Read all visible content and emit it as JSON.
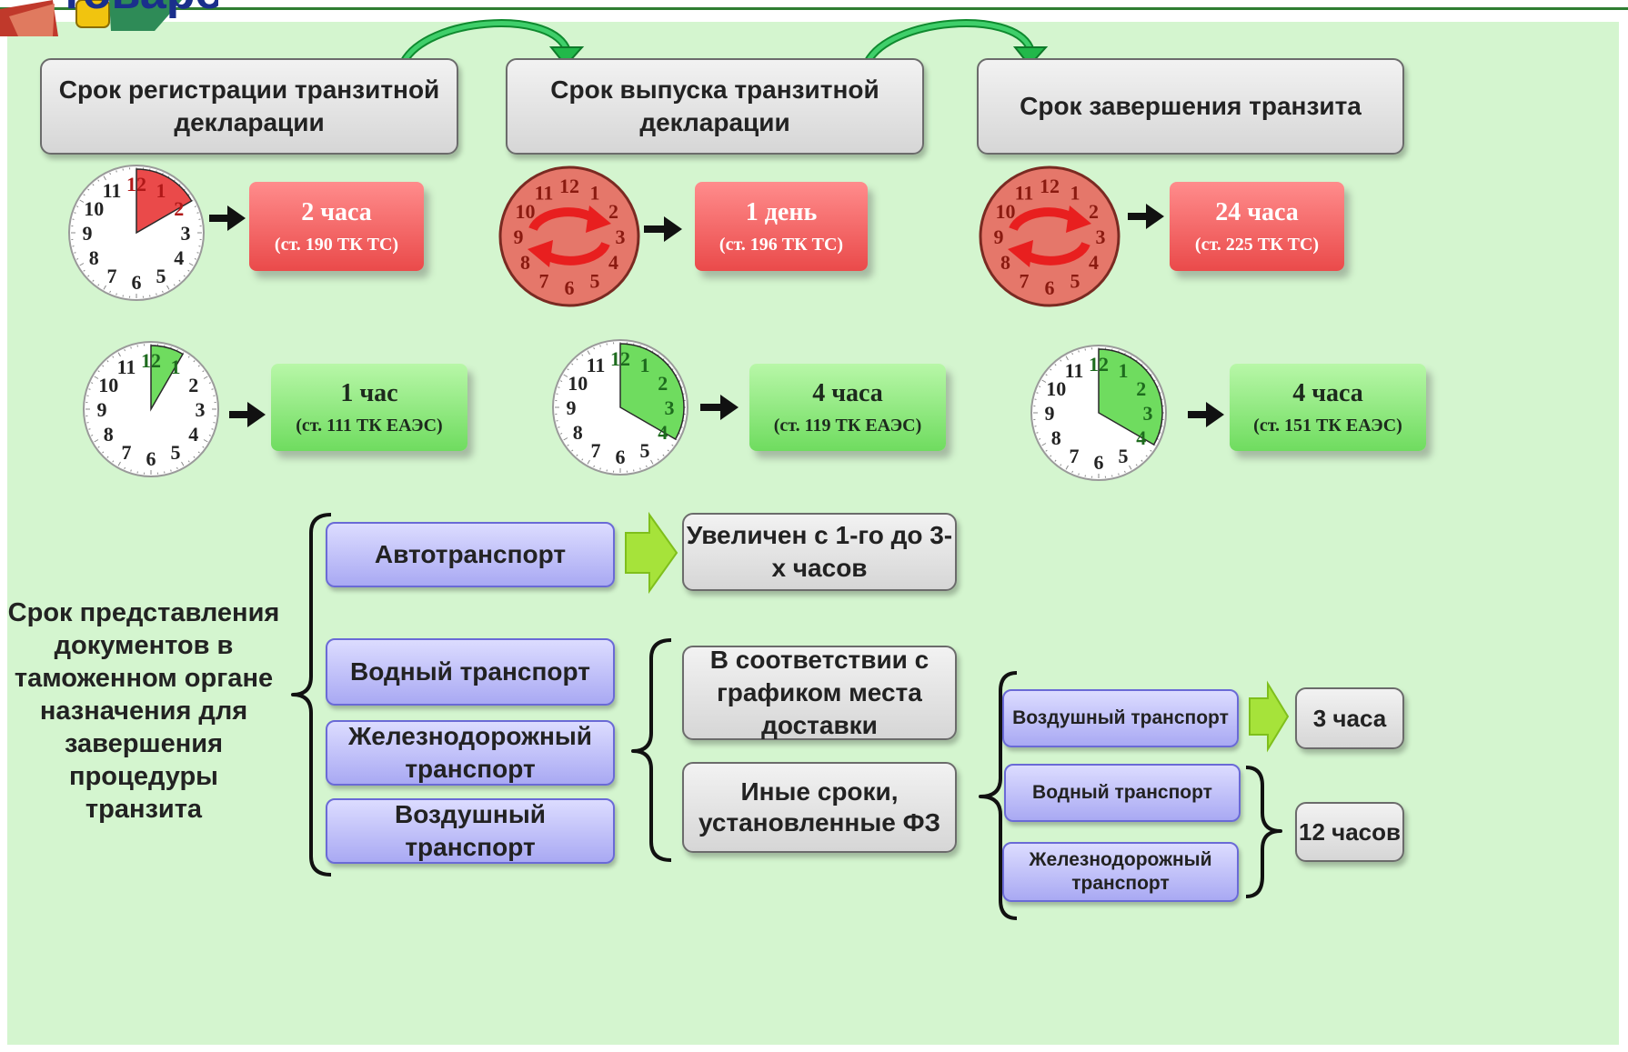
{
  "header": {
    "title_fragment": "товаров"
  },
  "stages": [
    {
      "title": "Срок регистрации транзитной декларации",
      "old": {
        "value": "2 часа",
        "ref": "(ст. 190 ТК ТС)",
        "hours_shown": 2,
        "clock_icon": "clock-2h-icon"
      },
      "new": {
        "value": "1 час",
        "ref": "(ст. 111 ТК ЕАЭС)",
        "hours_shown": 1,
        "clock_icon": "clock-1h-icon"
      }
    },
    {
      "title": "Срок выпуска транзитной декларации",
      "old": {
        "value": "1 день",
        "ref": "(ст. 196 ТК ТС)",
        "hours_shown": 24,
        "clock_icon": "clock-full-day-icon"
      },
      "new": {
        "value": "4 часа",
        "ref": "(ст. 119 ТК ЕАЭС)",
        "hours_shown": 4,
        "clock_icon": "clock-4h-icon"
      }
    },
    {
      "title": "Срок завершения транзита",
      "old": {
        "value": "24 часа",
        "ref": "(ст. 225 ТК ТС)",
        "hours_shown": 24,
        "clock_icon": "clock-full-day-icon"
      },
      "new": {
        "value": "4 часа",
        "ref": "(ст. 151 ТК ЕАЭС)",
        "hours_shown": 4,
        "clock_icon": "clock-4h-icon"
      }
    }
  ],
  "clock_numbers": [
    "12",
    "1",
    "2",
    "3",
    "4",
    "5",
    "6",
    "7",
    "8",
    "9",
    "10",
    "11"
  ],
  "documents": {
    "label": "Срок представления документов в таможенном органе назначения для завершения процедуры транзита",
    "auto": {
      "label": "Автотранспорт",
      "result": "Увеличен с 1-го до 3-х часов"
    },
    "group": [
      {
        "label": "Водный транспорт"
      },
      {
        "label": "Железнодорожный транспорт"
      },
      {
        "label": "Воздушный транспорт"
      }
    ],
    "schedule": "В соответствии с графиком места доставки",
    "other": {
      "label": "Иные сроки, установленные ФЗ",
      "air": {
        "label": "Воздушный транспорт",
        "result": "3 часа"
      },
      "water": {
        "label": "Водный транспорт"
      },
      "rail": {
        "label": "Железнодорожный транспорт"
      },
      "water_rail_result": "12 часов"
    }
  },
  "colors": {
    "panel": "#d4f5cf",
    "old_term": "#ea4a4a",
    "new_term": "#6fdc5f",
    "transport": "#a9a9f3",
    "result": "#dcdcdc",
    "arrow_green": "#2fa84f"
  }
}
